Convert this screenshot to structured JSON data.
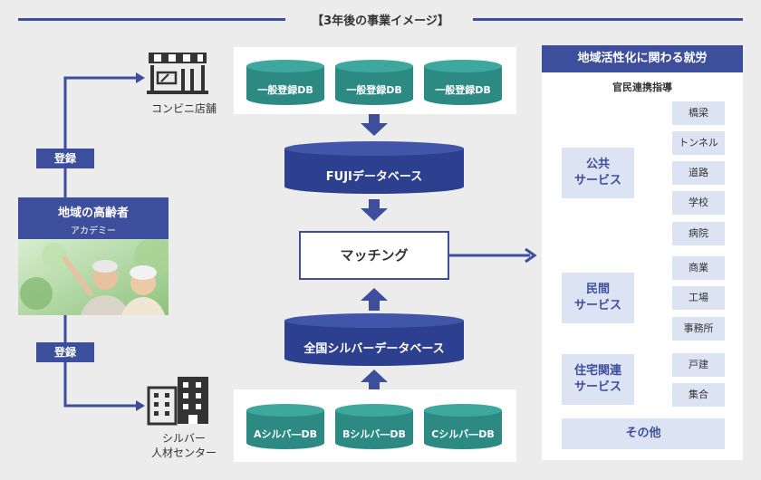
{
  "title": "【3年後の事業イメージ】",
  "store": {
    "label": "コンビニ店舗",
    "icon": "storefront-icon"
  },
  "silver": {
    "label_line1": "シルバー",
    "label_line2": "人材センター",
    "icon": "building-icon"
  },
  "register_badge_top": "登録",
  "register_badge_bottom": "登録",
  "elderly": {
    "title": "地域の高齢者",
    "subtitle": "アカデミー"
  },
  "top_dbs": [
    "一般登録DB",
    "一般登録DB",
    "一般登録DB"
  ],
  "bottom_dbs": [
    "Aシルバ―DB",
    "Bシルバ―DB",
    "Cシルバ―DB"
  ],
  "fuji_db": "FUJIデータベース",
  "national_db": "全国シルバーデータベース",
  "matching": "マッチング",
  "right": {
    "title": "地域活性化に関わる就労",
    "subtitle": "官民連携指導",
    "public": {
      "line1": "公共",
      "line2": "サービス",
      "items": [
        "橋梁",
        "トンネル",
        "道路",
        "学校",
        "病院"
      ]
    },
    "private": {
      "line1": "民間",
      "line2": "サービス",
      "items": [
        "商業",
        "工場",
        "事務所"
      ]
    },
    "housing": {
      "line1": "住宅関連",
      "line2": "サービス",
      "items": [
        "戸建",
        "集合"
      ]
    },
    "other": "その他"
  },
  "colors": {
    "navy": "#3d4f9c",
    "teal": "#2c8a82",
    "light": "#dce3f2"
  }
}
